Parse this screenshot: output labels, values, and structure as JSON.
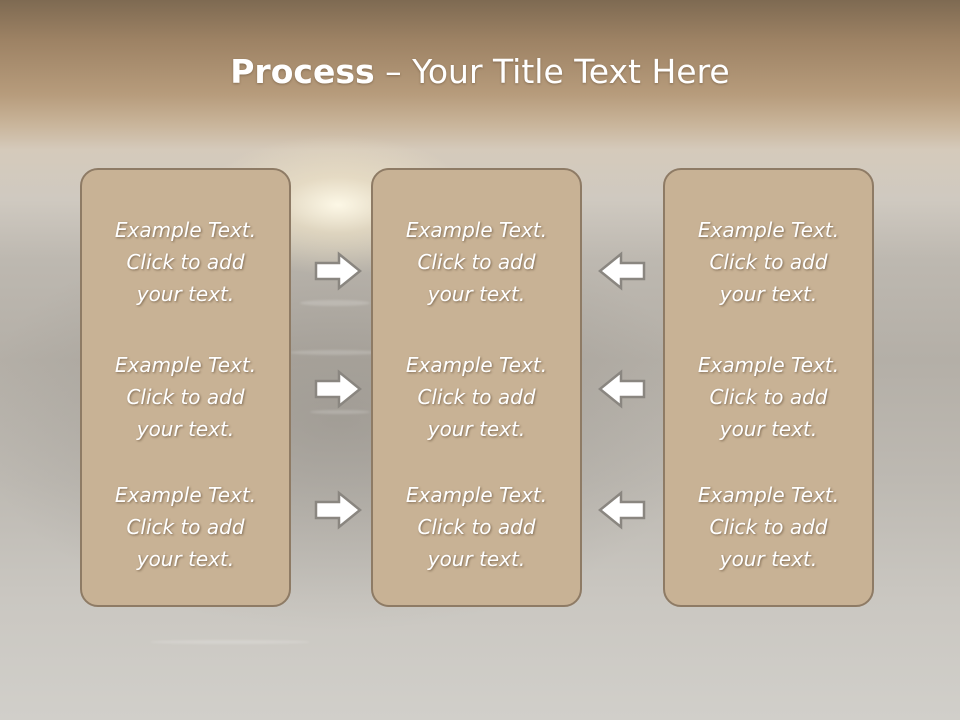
{
  "slide": {
    "title_bold": "Process",
    "title_rest": " – Your Title Text Here"
  },
  "columns": [
    {
      "items": [
        {
          "line1": "Example Text.",
          "line2": "Click  to add",
          "line3": "your text."
        },
        {
          "line1": "Example Text.",
          "line2": "Click  to add",
          "line3": "your text."
        },
        {
          "line1": "Example Text.",
          "line2": "Click  to add",
          "line3": "your text."
        }
      ]
    },
    {
      "items": [
        {
          "line1": "Example Text.",
          "line2": "Click  to add",
          "line3": "your text."
        },
        {
          "line1": "Example Text.",
          "line2": "Click  to add",
          "line3": "your text."
        },
        {
          "line1": "Example Text.",
          "line2": "Click  to add",
          "line3": "your text."
        }
      ]
    },
    {
      "items": [
        {
          "line1": "Example Text.",
          "line2": "Click  to add",
          "line3": "your text."
        },
        {
          "line1": "Example Text.",
          "line2": "Click  to add",
          "line3": "your text."
        },
        {
          "line1": "Example Text.",
          "line2": "Click  to add",
          "line3": "your text."
        }
      ]
    }
  ],
  "arrows": {
    "left_column": [
      "right-arrow-icon",
      "right-arrow-icon",
      "right-arrow-icon"
    ],
    "right_column": [
      "left-arrow-icon",
      "left-arrow-icon",
      "left-arrow-icon"
    ]
  },
  "colors": {
    "box_fill": "#c8b295",
    "box_border": "#8e7b65",
    "text": "#ffffff",
    "arrow_stroke": "#8a8680"
  }
}
